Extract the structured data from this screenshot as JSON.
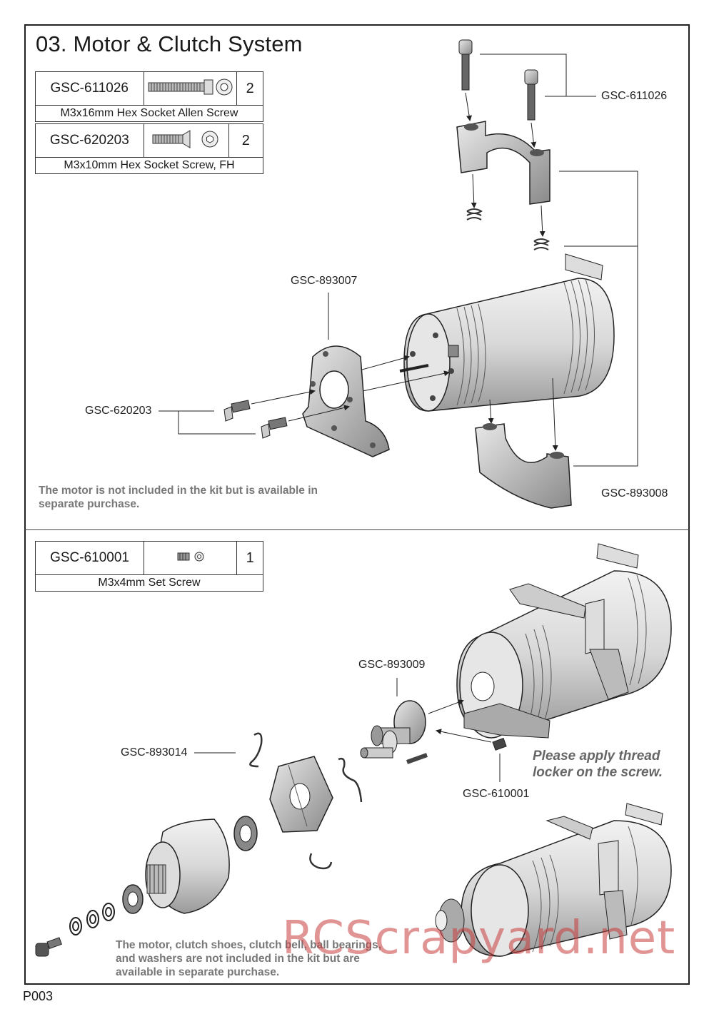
{
  "header": {
    "title": "03. Motor & Clutch System"
  },
  "parts_top": [
    {
      "code": "GSC-611026",
      "qty": "2",
      "desc": "M3x16mm Hex Socket Allen Screw"
    },
    {
      "code": "GSC-620203",
      "qty": "2",
      "desc": "M3x10mm Hex Socket Screw, FH"
    }
  ],
  "parts_bottom": [
    {
      "code": "GSC-610001",
      "qty": "1",
      "desc": "M3x4mm Set Screw"
    }
  ],
  "callouts": {
    "c611026": "GSC-611026",
    "c893007": "GSC-893007",
    "c620203": "GSC-620203",
    "c893008": "GSC-893008",
    "c893009": "GSC-893009",
    "c893014": "GSC-893014",
    "c610001": "GSC-610001"
  },
  "notes": {
    "motor_top_1": "The motor is not included in the kit but is available in",
    "motor_top_2": "separate purchase.",
    "thread_1": "Please apply thread",
    "thread_2": "locker on the screw.",
    "bottom_1": "The motor, clutch shoes, clutch bell, ball bearings,",
    "bottom_2": "and washers are not included in the kit but are",
    "bottom_3": "available in separate purchase."
  },
  "footer": {
    "page": "P003"
  },
  "watermark": "RCScrapyard.net"
}
